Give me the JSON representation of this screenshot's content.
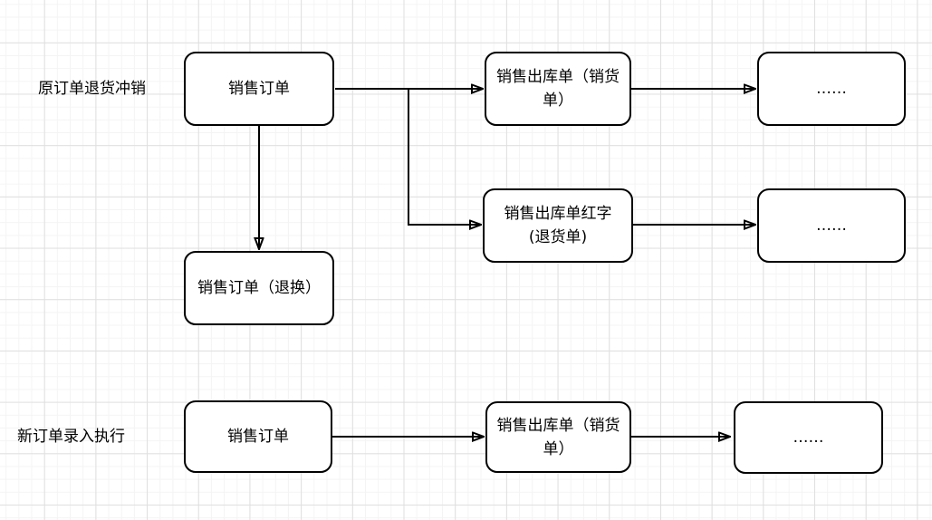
{
  "colors": {
    "stroke": "#000000",
    "node_fill": "#ffffff",
    "grid_minor": "#f4f4f4",
    "grid_major": "#dfdfdf"
  },
  "flow1": {
    "label": "原订单退货冲销",
    "sales_order": "销售订单",
    "outbound_sales": "销售出库单（销货\n单）",
    "ellipsis_a": "……",
    "outbound_red": "销售出库单红字\n(退货单)",
    "ellipsis_b": "……",
    "sales_order_return": "销售订单（退换）"
  },
  "flow2": {
    "label": "新订单录入执行",
    "sales_order": "销售订单",
    "outbound_sales": "销售出库单（销货\n单）",
    "ellipsis": "……"
  }
}
